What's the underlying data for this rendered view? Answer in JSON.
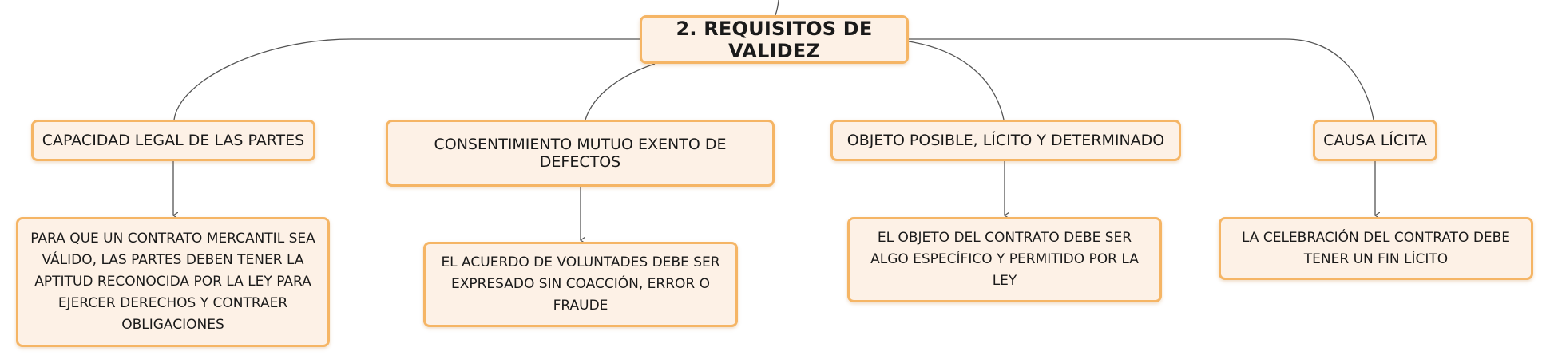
{
  "root": {
    "title": "2. REQUISITOS DE VALIDEZ"
  },
  "branches": [
    {
      "label": "CAPACIDAD LEGAL DE LAS PARTES",
      "description": "PARA QUE UN CONTRATO MERCANTIL SEA VÁLIDO, LAS PARTES DEBEN TENER LA APTITUD RECONOCIDA POR LA LEY PARA EJERCER DERECHOS Y CONTRAER OBLIGACIONES"
    },
    {
      "label": "CONSENTIMIENTO MUTUO EXENTO DE DEFECTOS",
      "description": "EL ACUERDO DE VOLUNTADES DEBE SER EXPRESADO SIN COACCIÓN, ERROR O FRAUDE"
    },
    {
      "label": "OBJETO POSIBLE, LÍCITO Y DETERMINADO",
      "description": "EL OBJETO DEL CONTRATO DEBE SER ALGO ESPECÍFICO Y PERMITIDO POR LA LEY"
    },
    {
      "label": "CAUSA LÍCITA",
      "description": "LA CELEBRACIÓN DEL CONTRATO DEBE TENER UN FIN LÍCITO"
    }
  ],
  "colors": {
    "node_fill": "#fdf1e6",
    "node_border": "#f5b565",
    "connector": "#555555"
  }
}
